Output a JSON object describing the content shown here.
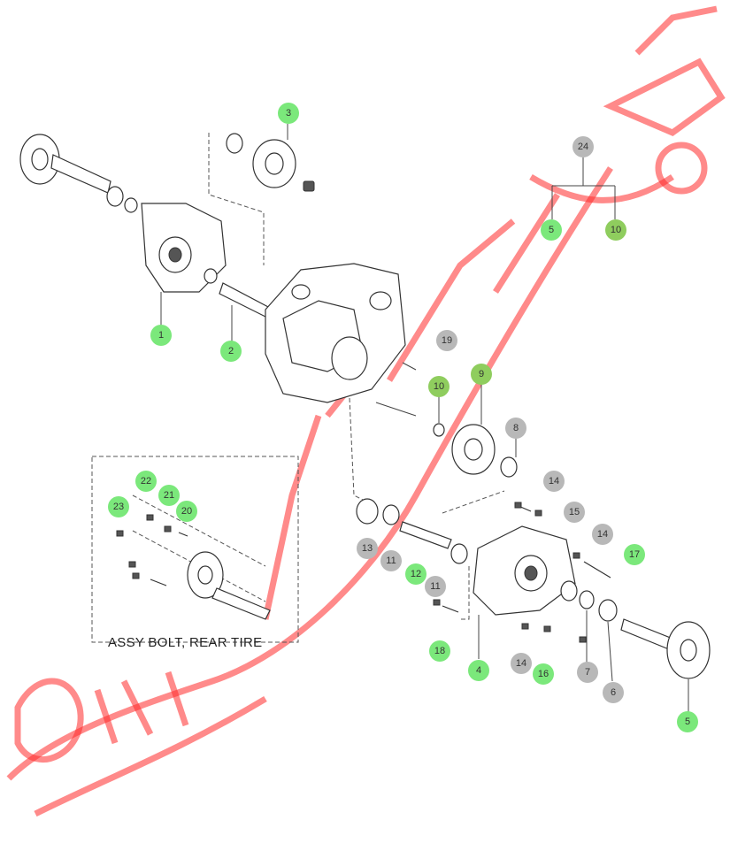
{
  "assembly_label": "ASSY BOLT, REAR TIRE",
  "colors": {
    "callout_green": "#7be87b",
    "callout_gray": "#b8b8b8",
    "callout_olive": "#8fcd5e",
    "watermark": "#ff2a2a"
  },
  "callouts": [
    {
      "label": "1",
      "color": "green"
    },
    {
      "label": "2",
      "color": "green"
    },
    {
      "label": "3",
      "color": "green"
    },
    {
      "label": "24",
      "color": "gray"
    },
    {
      "label": "5",
      "color": "green"
    },
    {
      "label": "10",
      "color": "olive"
    },
    {
      "label": "19",
      "color": "gray"
    },
    {
      "label": "10",
      "color": "olive"
    },
    {
      "label": "9",
      "color": "olive"
    },
    {
      "label": "8",
      "color": "gray"
    },
    {
      "label": "22",
      "color": "green"
    },
    {
      "label": "21",
      "color": "green"
    },
    {
      "label": "20",
      "color": "green"
    },
    {
      "label": "23",
      "color": "green"
    },
    {
      "label": "14",
      "color": "gray"
    },
    {
      "label": "15",
      "color": "gray"
    },
    {
      "label": "14",
      "color": "gray"
    },
    {
      "label": "17",
      "color": "green"
    },
    {
      "label": "13",
      "color": "gray"
    },
    {
      "label": "11",
      "color": "gray"
    },
    {
      "label": "12",
      "color": "green"
    },
    {
      "label": "11",
      "color": "gray"
    },
    {
      "label": "18",
      "color": "green"
    },
    {
      "label": "4",
      "color": "green"
    },
    {
      "label": "14",
      "color": "gray"
    },
    {
      "label": "16",
      "color": "green"
    },
    {
      "label": "7",
      "color": "gray"
    },
    {
      "label": "6",
      "color": "gray"
    },
    {
      "label": "5",
      "color": "green"
    }
  ]
}
